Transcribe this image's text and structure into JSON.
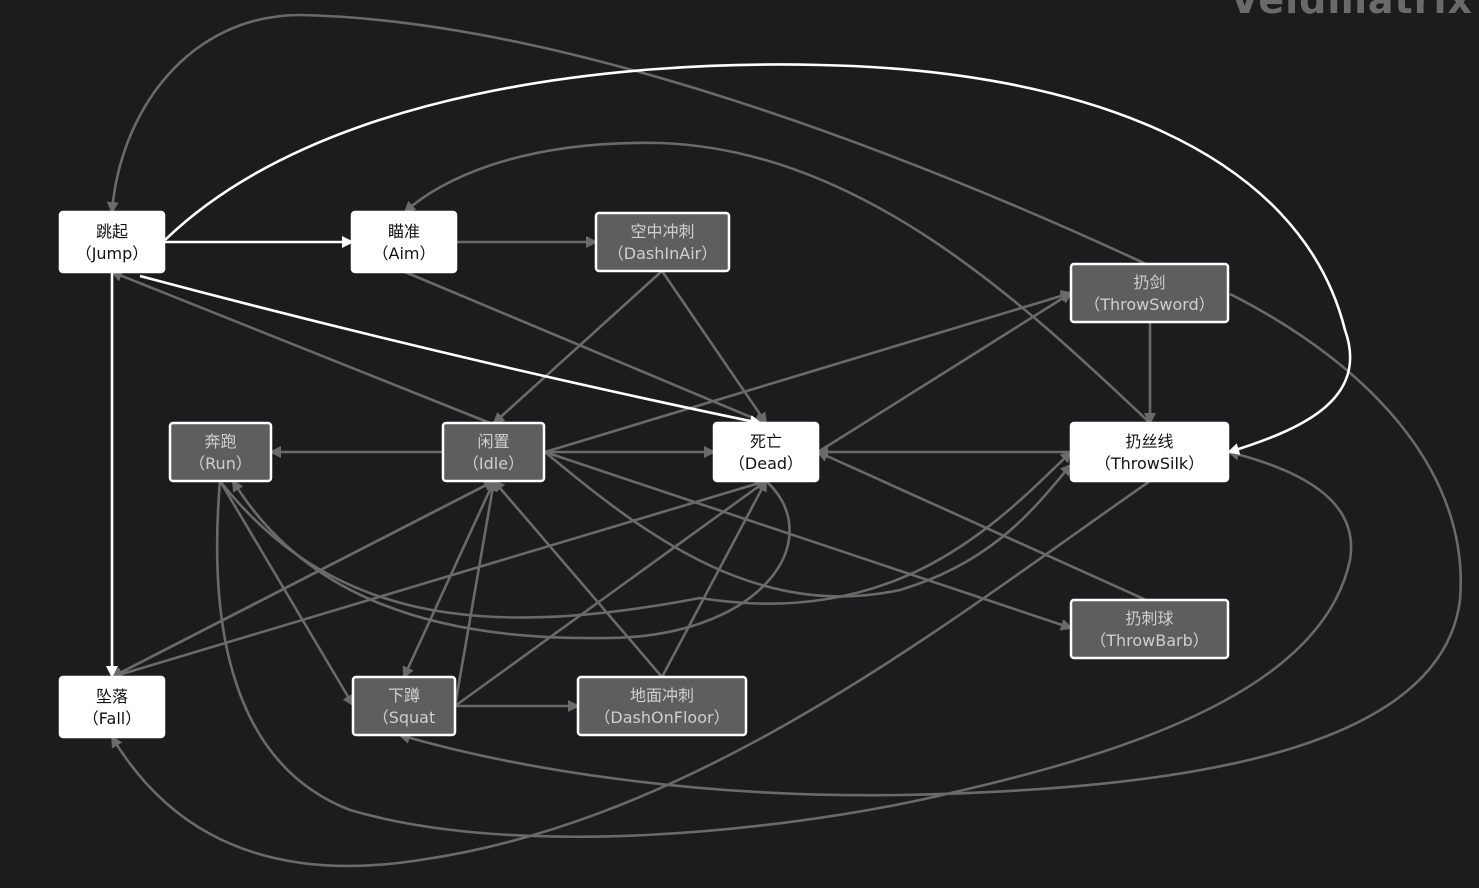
{
  "watermark": "Veldmatrix",
  "nodes": [
    {
      "id": "jump",
      "name": "跳起",
      "en": "（Jump）",
      "active": true
    },
    {
      "id": "aim",
      "name": "瞄准",
      "en": "（Aim）",
      "active": true
    },
    {
      "id": "dashinair",
      "name": "空中冲刺",
      "en": "（DashInAir）",
      "active": false
    },
    {
      "id": "throwsword",
      "name": "扔剑",
      "en": "（ThrowSword）",
      "active": false
    },
    {
      "id": "run",
      "name": "奔跑",
      "en": "（Run）",
      "active": false
    },
    {
      "id": "idle",
      "name": "闲置",
      "en": "（Idle）",
      "active": false
    },
    {
      "id": "dead",
      "name": "死亡",
      "en": "（Dead）",
      "active": true
    },
    {
      "id": "throwsilk",
      "name": "扔丝线",
      "en": "（ThrowSilk）",
      "active": true
    },
    {
      "id": "throwbarb",
      "name": "扔刺球",
      "en": "（ThrowBarb）",
      "active": false
    },
    {
      "id": "fall",
      "name": "坠落",
      "en": "（Fall）",
      "active": true
    },
    {
      "id": "squat",
      "name": "下蹲",
      "en": "（Squat",
      "active": false
    },
    {
      "id": "dashonfloor",
      "name": "地面冲刺",
      "en": "（DashOnFloor）",
      "active": false
    }
  ],
  "edges": [
    {
      "from": "jump",
      "to": "aim",
      "lit": true
    },
    {
      "from": "jump",
      "to": "fall",
      "lit": true
    },
    {
      "from": "jump",
      "to": "dead",
      "lit": true
    },
    {
      "from": "jump",
      "to": "throwsilk",
      "lit": true
    },
    {
      "from": "aim",
      "to": "dashinair",
      "lit": false
    },
    {
      "from": "aim",
      "to": "dead",
      "lit": false
    },
    {
      "from": "dashinair",
      "to": "idle",
      "lit": false
    },
    {
      "from": "dashinair",
      "to": "dead",
      "lit": false
    },
    {
      "from": "throwsword",
      "to": "throwsilk",
      "lit": false
    },
    {
      "from": "throwsword",
      "to": "jump",
      "lit": false
    },
    {
      "from": "throwsword",
      "to": "squat",
      "lit": false
    },
    {
      "from": "idle",
      "to": "run",
      "lit": false
    },
    {
      "from": "idle",
      "to": "dead",
      "lit": false
    },
    {
      "from": "idle",
      "to": "jump",
      "lit": false
    },
    {
      "from": "idle",
      "to": "squat",
      "lit": false
    },
    {
      "from": "idle",
      "to": "throwbarb",
      "lit": false
    },
    {
      "from": "idle",
      "to": "throwsword",
      "lit": false
    },
    {
      "from": "idle",
      "to": "fall",
      "lit": false
    },
    {
      "from": "throwsilk",
      "to": "dead",
      "lit": false
    },
    {
      "from": "throwsilk",
      "to": "fall",
      "lit": false
    },
    {
      "from": "throwsilk",
      "to": "aim",
      "lit": false
    },
    {
      "from": "throwbarb",
      "to": "dead",
      "lit": false
    },
    {
      "from": "run",
      "to": "squat",
      "lit": false
    },
    {
      "from": "run",
      "to": "throwsilk",
      "lit": false
    },
    {
      "from": "run",
      "to": "dead",
      "lit": false
    },
    {
      "from": "squat",
      "to": "dashonfloor",
      "lit": false
    },
    {
      "from": "squat",
      "to": "dead",
      "lit": false
    },
    {
      "from": "squat",
      "to": "idle",
      "lit": false
    },
    {
      "from": "dashonfloor",
      "to": "idle",
      "lit": false
    },
    {
      "from": "dashonfloor",
      "to": "dead",
      "lit": false
    },
    {
      "from": "dead",
      "to": "throwsword",
      "lit": false
    },
    {
      "from": "dead",
      "to": "fall",
      "lit": false
    },
    {
      "from": "dead",
      "to": "idle",
      "lit": false
    },
    {
      "from": "fall",
      "to": "idle",
      "lit": false
    },
    {
      "from": "idle",
      "to": "throwsilk",
      "lit": false
    }
  ]
}
